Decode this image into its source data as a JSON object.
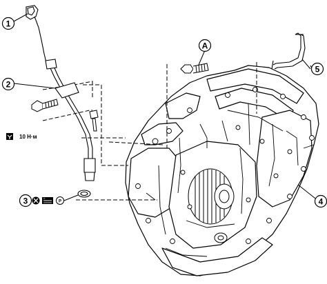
{
  "callouts": {
    "c1": "1",
    "c2": "2",
    "c3": "3",
    "c4": "4",
    "c5": "5",
    "cA": "A"
  },
  "torque": {
    "value": "10 Н·м"
  },
  "icons": {
    "wrench": "torque-wrench-icon",
    "no_reuse": "do-not-reuse-icon",
    "fluid": "atf-fluid-icon",
    "parts_kit": "p-symbol-icon",
    "p_label": "P"
  },
  "colors": {
    "line": "#000000",
    "background": "#ffffff"
  }
}
